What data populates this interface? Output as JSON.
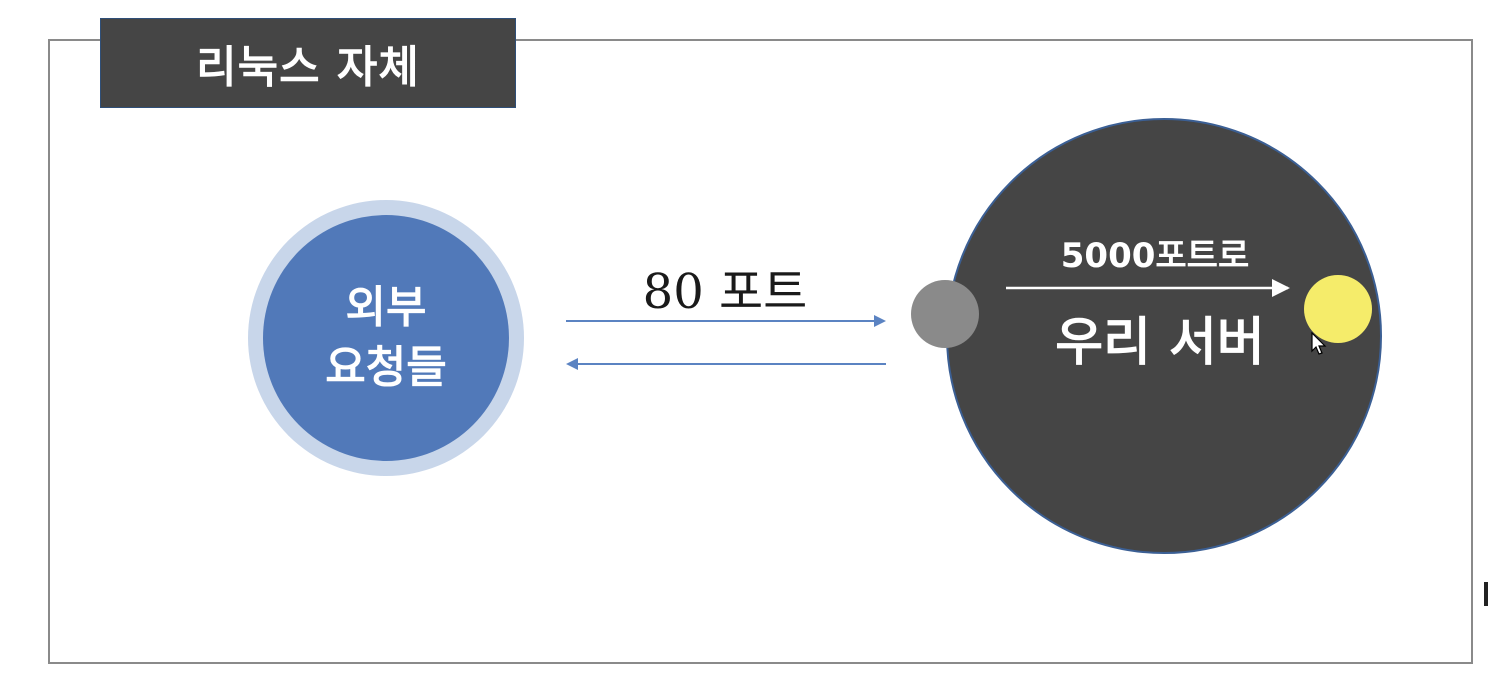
{
  "title": "리눅스 자체",
  "client": {
    "line1": "외부",
    "line2": "요청들"
  },
  "port_label": "80 포트",
  "forward_label": "5000포트로",
  "server_label": "우리 서버",
  "colors": {
    "title_bg": "#454545",
    "client_fill": "#5179b9",
    "client_ring": "#c8d6ea",
    "server_fill": "#454545",
    "arrow": "#5b83c2",
    "port_gray": "#8a8a8a",
    "port_yellow": "#f5ec6a"
  }
}
